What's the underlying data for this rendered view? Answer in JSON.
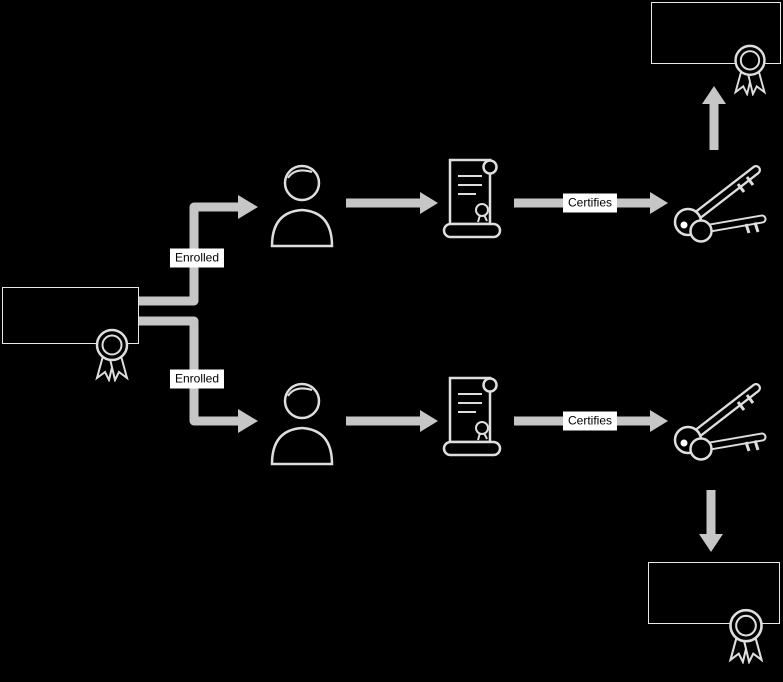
{
  "labels": {
    "enrolled_top": "Enrolled",
    "enrolled_bottom": "Enrolled",
    "certifies_top": "Certifies",
    "certifies_bottom": "Certifies"
  },
  "colors": {
    "background": "#000000",
    "arrow": "#c6c6c6",
    "label_bg": "#ffffff",
    "label_text": "#000000",
    "box_fill": "#000000",
    "box_border": "#e8e8e8",
    "icon_stroke": "#dedede",
    "icon_fill": "#000000",
    "icon_dot": "#ffffff"
  },
  "icons": {
    "root_seal": "certificate-seal-icon",
    "user_top": "person-icon",
    "user_bottom": "person-icon",
    "document_top": "certificate-scroll-icon",
    "document_bottom": "certificate-scroll-icon",
    "keys_top": "keys-icon",
    "keys_bottom": "keys-icon",
    "certificate_top_seal": "certificate-seal-icon",
    "certificate_bottom_seal": "certificate-seal-icon"
  }
}
